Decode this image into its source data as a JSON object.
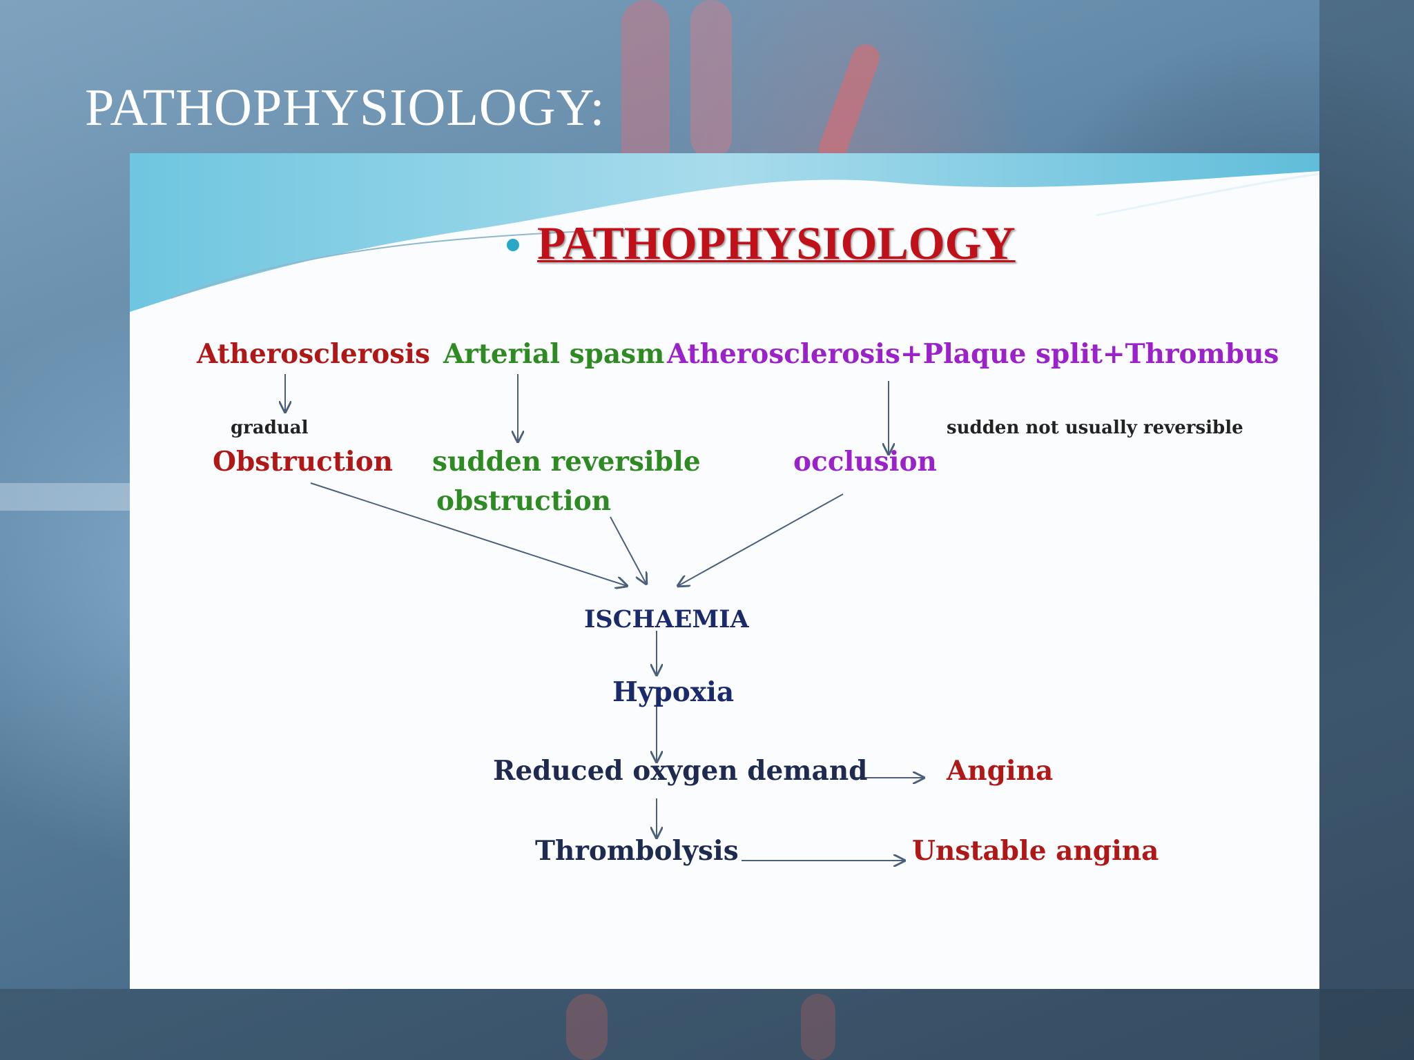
{
  "page_title": "PATHOPHYSIOLOGY:",
  "slide": {
    "heading": "PATHOPHYSIOLOGY",
    "causes": {
      "atherosclerosis": "Atherosclerosis",
      "arterial_spasm": "Arterial spasm",
      "combined": "Atherosclerosis+Plaque split+Thrombus"
    },
    "notes": {
      "gradual": "gradual",
      "sudden_not_reversible": "sudden not usually reversible"
    },
    "results": {
      "obstruction": "Obstruction",
      "sudden_reversible_line1": "sudden reversible",
      "sudden_reversible_line2": "obstruction",
      "occlusion": "occlusion"
    },
    "chain": {
      "ischaemia": "ISCHAEMIA",
      "hypoxia": "Hypoxia",
      "reduced_oxygen": "Reduced oxygen demand",
      "thrombolysis": "Thrombolysis"
    },
    "outcomes": {
      "angina": "Angina",
      "unstable_angina": "Unstable angina"
    }
  },
  "colors": {
    "red": "#b01818",
    "green": "#2e8a22",
    "purple": "#9b22c8",
    "navy": "#1a2a6a",
    "arrow": "#4a5f7a",
    "bullet": "#29a7c8"
  }
}
